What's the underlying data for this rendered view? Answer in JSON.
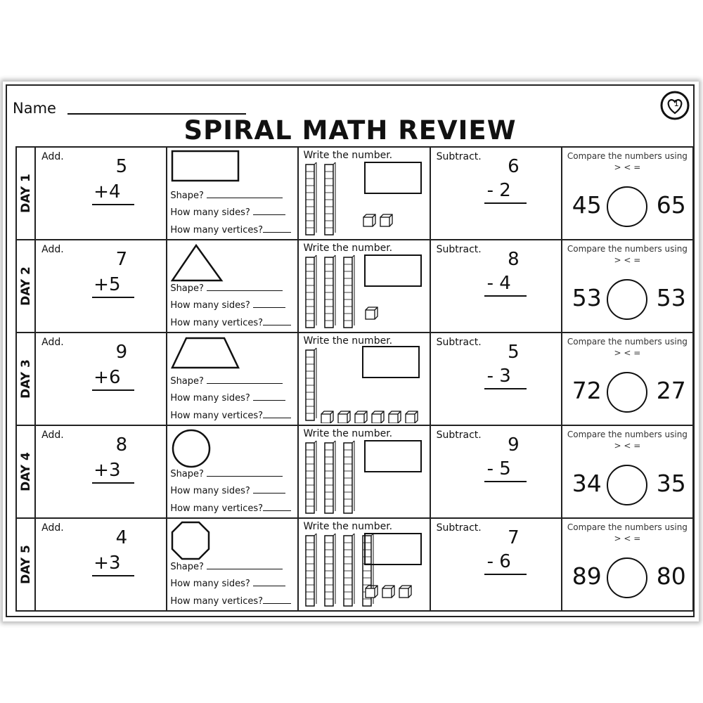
{
  "header": {
    "name_label": "Name",
    "title": "SPIRAL MATH REVIEW",
    "page_number": "1"
  },
  "labels": {
    "add": "Add.",
    "subtract": "Subtract.",
    "write_number": "Write the number.",
    "compare_line1": "Compare the numbers using",
    "compare_line2": "> < =",
    "shape_q": "Shape?",
    "sides_q": "How many sides?",
    "vertices_q": "How many vertices?"
  },
  "days": [
    {
      "day": "DAY 1",
      "add_top": "5",
      "add_bottom": "+4",
      "shape": "rectangle",
      "tens": 2,
      "ones": 2,
      "sub_top": "6",
      "sub_bottom": "- 2",
      "cmp_left": "45",
      "cmp_right": "65"
    },
    {
      "day": "DAY 2",
      "add_top": "7",
      "add_bottom": "+5",
      "shape": "triangle",
      "tens": 3,
      "ones": 1,
      "sub_top": "8",
      "sub_bottom": "- 4",
      "cmp_left": "53",
      "cmp_right": "53"
    },
    {
      "day": "DAY 3",
      "add_top": "9",
      "add_bottom": "+6",
      "shape": "trapezoid",
      "tens": 1,
      "ones": 6,
      "sub_top": "5",
      "sub_bottom": "- 3",
      "cmp_left": "72",
      "cmp_right": "27"
    },
    {
      "day": "DAY 4",
      "add_top": "8",
      "add_bottom": "+3",
      "shape": "circle",
      "tens": 3,
      "ones": 0,
      "sub_top": "9",
      "sub_bottom": "- 5",
      "cmp_left": "34",
      "cmp_right": "35"
    },
    {
      "day": "DAY 5",
      "add_top": "4",
      "add_bottom": "+3",
      "shape": "octagon",
      "tens": 4,
      "ones": 3,
      "sub_top": "7",
      "sub_bottom": "- 6",
      "cmp_left": "89",
      "cmp_right": "80"
    }
  ]
}
